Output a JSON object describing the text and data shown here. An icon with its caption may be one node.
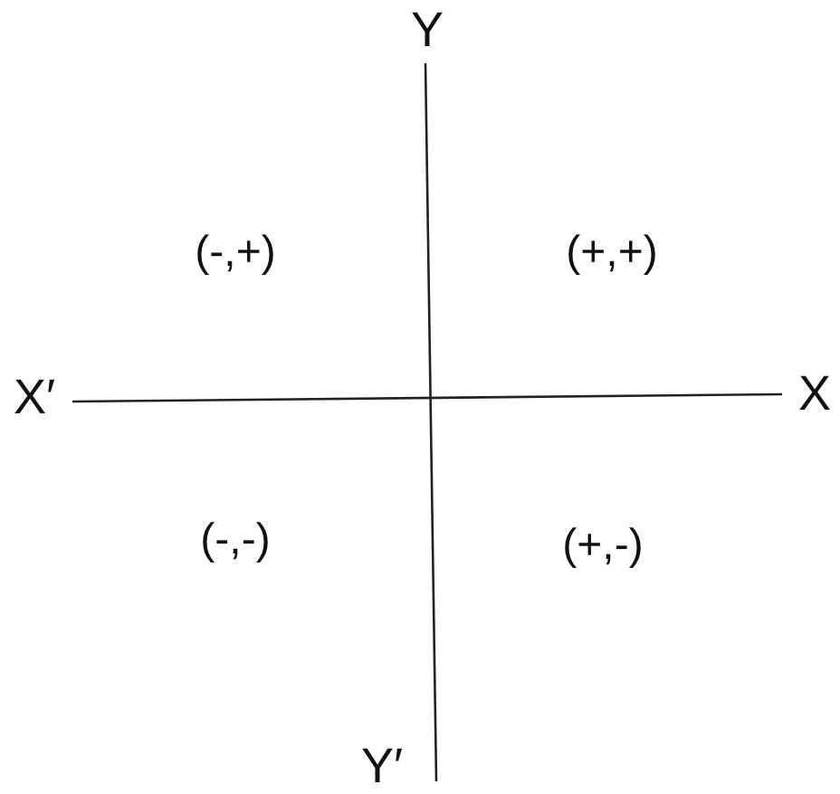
{
  "diagram": {
    "labels": [
      "Y",
      "(-,+)",
      "(+,+)",
      "X′",
      "X",
      "(-,-)",
      "(+,-)",
      "Y′"
    ]
  }
}
